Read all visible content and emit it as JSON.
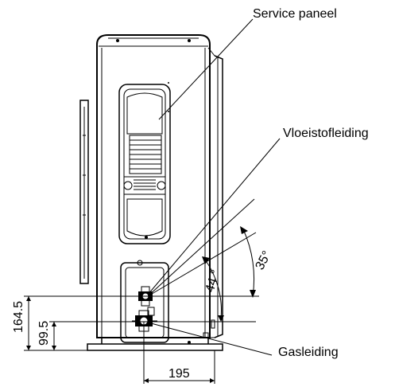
{
  "labels": {
    "service_panel": "Service paneel",
    "liquid_pipe": "Vloeistofleiding",
    "gas_pipe": "Gasleiding"
  },
  "dimensions": {
    "height_1": "164.5",
    "height_2": "99.5",
    "width": "195",
    "angle_1": "35°",
    "angle_2": "44 °"
  },
  "colors": {
    "line": "#000000",
    "background": "#ffffff"
  }
}
